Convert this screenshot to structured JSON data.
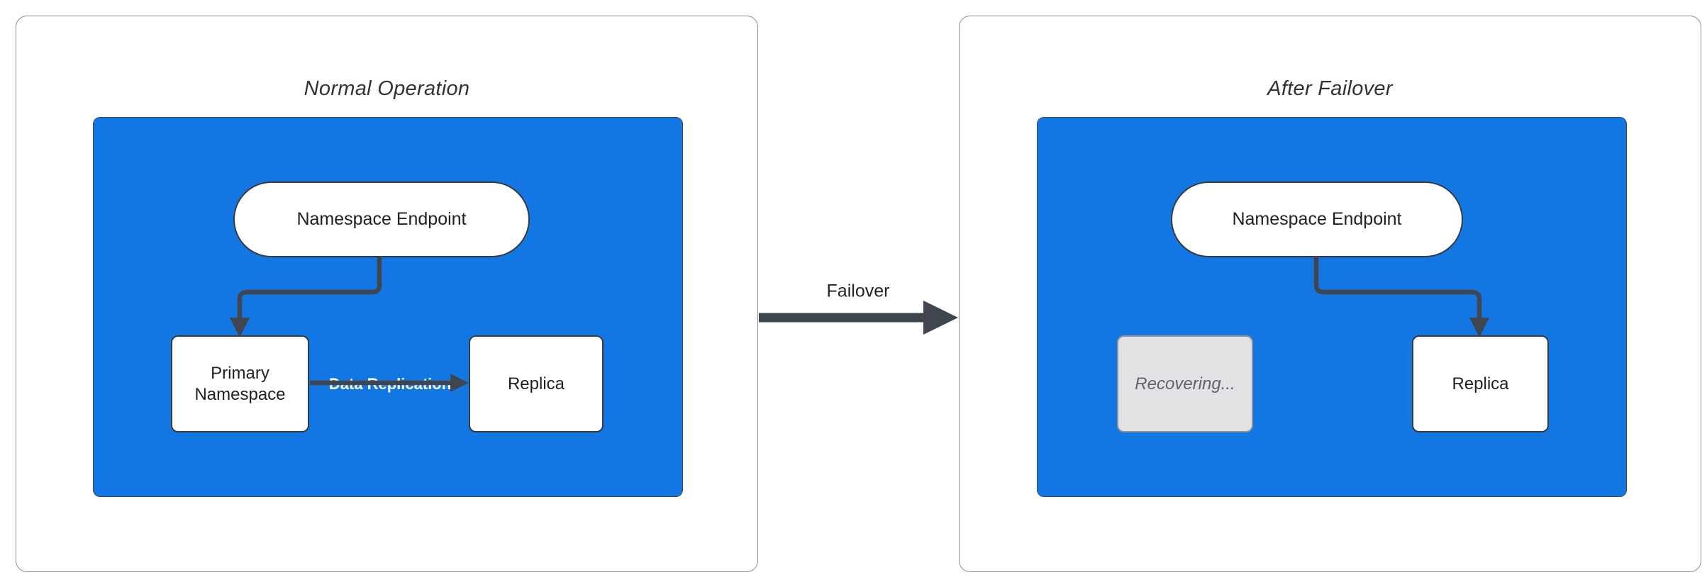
{
  "colors": {
    "cluster_blue": "#1277e3",
    "edge_dark": "#3f4650",
    "node_border": "#363b42",
    "panel_border": "#8e8e8e",
    "title_text": "#333333",
    "node_text": "#1d2025",
    "recovering_bg": "#e2e2e5",
    "recovering_border": "#8f9399",
    "recovering_text": "#5f646b",
    "replication_label_color": "#ffffff"
  },
  "panels": [
    {
      "title": "Normal Operation",
      "endpoint": "Namespace Endpoint",
      "primary": "Primary Namespace",
      "replica": "Replica",
      "replication_label": "Data Replication"
    },
    {
      "title": "After Failover",
      "endpoint": "Namespace Endpoint",
      "recovering": "Recovering...",
      "replica": "Replica"
    }
  ],
  "failover_label": "Failover"
}
